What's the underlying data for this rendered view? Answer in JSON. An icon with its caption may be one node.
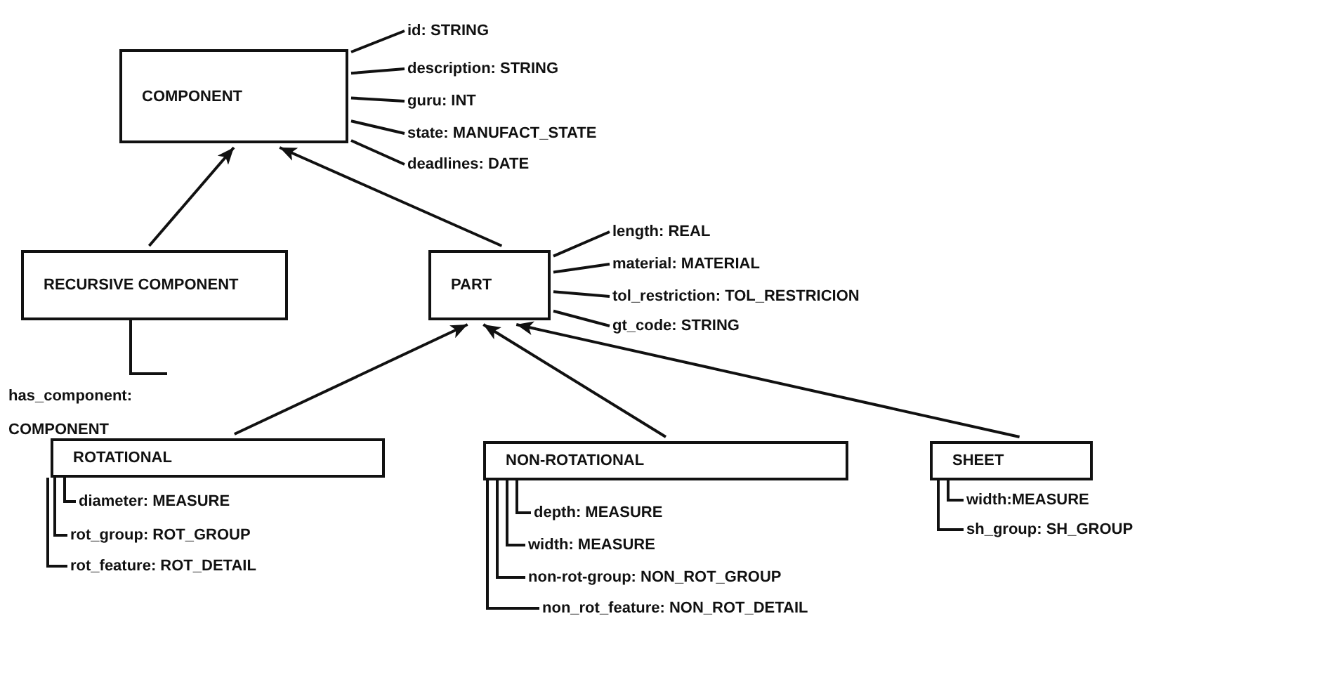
{
  "diagram": {
    "nodes": [
      {
        "text": [
          "COMPONENT"
        ]
      },
      {
        "text": [
          "id: STRING"
        ]
      },
      {
        "text": [
          "description: STRING"
        ]
      },
      {
        "text": [
          "guru: INT"
        ]
      },
      {
        "text": [
          "state: MANUFACT_STATE"
        ]
      },
      {
        "text": [
          "deadlines: DATE"
        ]
      },
      {
        "text": [
          "RECURSIVE COMPONENT"
        ]
      },
      {
        "text": [
          "PART"
        ]
      },
      {
        "text": [
          "length: REAL"
        ]
      },
      {
        "text": [
          "material: MATERIAL"
        ]
      },
      {
        "text": [
          "tol_restriction: TOL_RESTRICION"
        ]
      },
      {
        "text": [
          "gt_code: STRING"
        ]
      },
      {
        "text": [
          "has_component: COMPONENT"
        ]
      },
      {
        "text": [
          "ROTATIONAL"
        ]
      },
      {
        "text": [
          "diameter: MEASURE"
        ]
      },
      {
        "text": [
          "rot_group: ROT_GROUP"
        ]
      },
      {
        "text": [
          "rot_feature: ROT_DETAIL"
        ]
      },
      {
        "text": [
          "NON-ROTATIONAL"
        ]
      },
      {
        "text": [
          "depth: MEASURE"
        ]
      },
      {
        "text": [
          "width: MEASURE"
        ]
      },
      {
        "text": [
          "non-rot-group: NON_ROT_GROUP"
        ]
      },
      {
        "text": [
          "non_rot_feature: NON_ROT_DETAIL"
        ]
      },
      {
        "text": [
          "SHEET"
        ]
      },
      {
        "text": [
          "width:MEASURE"
        ]
      },
      {
        "text": [
          "sh_group: SH_GROUP"
        ]
      }
    ],
    "edges": [
      {
        "from": 0,
        "to": 1,
        "arrow": "none"
      },
      {
        "from": 0,
        "to": 2,
        "arrow": "none"
      },
      {
        "from": 0,
        "to": 3,
        "arrow": "none"
      },
      {
        "from": 0,
        "to": 4,
        "arrow": "none"
      },
      {
        "from": 0,
        "to": 5,
        "arrow": "none"
      },
      {
        "from": 6,
        "to": 0,
        "arrow": "to"
      },
      {
        "from": 7,
        "to": 0,
        "arrow": "to"
      },
      {
        "from": 7,
        "to": 8,
        "arrow": "none"
      },
      {
        "from": 7,
        "to": 9,
        "arrow": "none"
      },
      {
        "from": 7,
        "to": 10,
        "arrow": "none"
      },
      {
        "from": 7,
        "to": 11,
        "arrow": "none"
      },
      {
        "from": 6,
        "to": 12,
        "arrow": "none"
      },
      {
        "from": 13,
        "to": 7,
        "arrow": "to"
      },
      {
        "from": 17,
        "to": 7,
        "arrow": "to"
      },
      {
        "from": 22,
        "to": 7,
        "arrow": "to"
      },
      {
        "from": 13,
        "to": 14,
        "arrow": "none"
      },
      {
        "from": 13,
        "to": 15,
        "arrow": "none"
      },
      {
        "from": 13,
        "to": 16,
        "arrow": "none"
      },
      {
        "from": 17,
        "to": 18,
        "arrow": "none"
      },
      {
        "from": 17,
        "to": 19,
        "arrow": "none"
      },
      {
        "from": 17,
        "to": 20,
        "arrow": "none"
      },
      {
        "from": 17,
        "to": 21,
        "arrow": "none"
      },
      {
        "from": 22,
        "to": 23,
        "arrow": "none"
      },
      {
        "from": 22,
        "to": 24,
        "arrow": "none"
      }
    ]
  }
}
